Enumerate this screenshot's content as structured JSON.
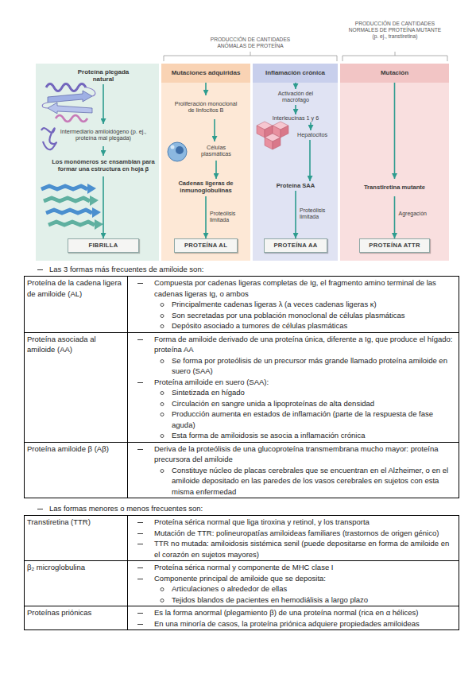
{
  "diagram": {
    "nodes": [
      {
        "text": []
      },
      {
        "text": [
          "Proteína plegada natural"
        ],
        "in": 0
      },
      {
        "text": [
          "Intermediario amiloidógeno (p. ej., proteína mal plegada)"
        ],
        "in": 0
      },
      {
        "text": [
          "Los monómeros se ensamblan para formar una estructura en hoja β"
        ],
        "in": 0
      },
      {
        "text": [
          "FIBRILLA"
        ],
        "in": 0
      },
      {
        "text": []
      },
      {
        "text": [
          "Mutaciones adquiridas"
        ],
        "in": 5
      },
      {
        "text": [
          "Proliferación monoclonal de linfocitos B"
        ],
        "in": 5
      },
      {
        "text": [
          "Células plasmáticas"
        ],
        "in": 5
      },
      {
        "text": [
          "Cadenas ligeras de inmunoglobulinas"
        ],
        "in": 5
      },
      {
        "text": [
          "PROTEÍNA AL"
        ],
        "in": 5
      },
      {
        "text": []
      },
      {
        "text": [
          "Inflamación crónica"
        ],
        "in": 11
      },
      {
        "text": [
          "Activación del macrófago"
        ],
        "in": 11
      },
      {
        "text": [
          "Interleucinas 1 y 6"
        ],
        "in": 11
      },
      {
        "text": [
          "Hepatocitos"
        ],
        "in": 11
      },
      {
        "text": [
          "Proteína SAA"
        ],
        "in": 11
      },
      {
        "text": [
          "PROTEÍNA AA"
        ],
        "in": 11
      },
      {
        "text": []
      },
      {
        "text": [
          "Mutación"
        ],
        "in": 18
      },
      {
        "text": [
          "Transtiretina mutante"
        ],
        "in": 18
      },
      {
        "text": [
          "PROTEÍNA ATTR"
        ],
        "in": 18
      }
    ],
    "edges": [
      {
        "from": 1,
        "to": 2,
        "arrow": "to"
      },
      {
        "from": 2,
        "to": 3,
        "arrow": "to"
      },
      {
        "from": 3,
        "to": 4,
        "arrow": "to"
      },
      {
        "from": 6,
        "to": 7,
        "arrow": "to"
      },
      {
        "from": 7,
        "to": 8,
        "arrow": "to"
      },
      {
        "from": 8,
        "to": 9,
        "arrow": "to"
      },
      {
        "from": 9,
        "to": 10,
        "label": "Proteólisis limitada",
        "arrow": "to"
      },
      {
        "from": 12,
        "to": 13,
        "arrow": "to"
      },
      {
        "from": 13,
        "to": 14,
        "arrow": "to"
      },
      {
        "from": 14,
        "to": 15,
        "arrow": "to"
      },
      {
        "from": 15,
        "to": 16,
        "arrow": "to"
      },
      {
        "from": 16,
        "to": 17,
        "label": "Proteólisis limitada",
        "arrow": "to"
      },
      {
        "from": 19,
        "to": 20,
        "arrow": "to"
      },
      {
        "from": 20,
        "to": 21,
        "label": "Agregación",
        "arrow": "to"
      }
    ],
    "labels": [
      "PRODUCCIÓN DE CANTIDADES ANÓMALAS DE PROTEÍNA",
      "PRODUCCIÓN DE CANTIDADES NORMALES DE PROTEÍNA MUTANTE (p. ej., transtiretina)",
      "Las 3 formas más frecuentes de amiloide son:",
      "Proteína de la cadena ligera de amiloide (AL)",
      "Compuesta por cadenas ligeras completas de Ig, el fragmento amino terminal de las cadenas ligeras Ig, o ambos",
      "Principalmente cadenas ligeras λ (a veces cadenas ligeras κ)",
      "Son secretadas por una población monoclonal de células plasmáticas",
      "Depósito asociado a tumores de células plasmáticas",
      "Proteína asociada al amiloide (AA)",
      "Forma de amiloide derivado de una proteína única, diferente a Ig, que produce el hígado: proteína AA",
      "Se forma por proteólisis de un precursor más grande llamado proteína amiloide en suero (SAA)",
      "Proteína amiloide en suero (SAA):",
      "Sintetizada en hígado",
      "Circulación en sangre unida a lipoproteínas de alta densidad",
      "Producción aumenta en estados de inflamación (parte de la respuesta de fase aguda)",
      "Esta forma de amiloidosis se asocia a inflamación crónica",
      "Proteína amiloide β (Aβ)",
      "Deriva de la proteólisis de una glucoproteína transmembrana mucho mayor: proteína precursora del amiloide",
      "Constituye núcleo de placas cerebrales que se encuentran en el Alzheimer, o en el amiloide depositado en las paredes de los vasos cerebrales en sujetos con esta misma enfermedad",
      "Las formas menores o menos frecuentes son:",
      "Transtiretina (TTR)",
      "Proteína sérica normal que liga tiroxina y retinol, y los transporta",
      "Mutación de TTR: polineuropatías amiloideas familiares (trastornos de origen génico)",
      "TTR no mutada: amiloidosis sistémica senil (puede depositarse en forma de amiloide en el corazón en sujetos mayores)",
      "β₂ microglobulina",
      "Proteína sérica normal y componente de MHC clase I",
      "Componente principal de amiloide que se deposita:",
      "Articulaciones o alrededor de ellas",
      "Tejidos blandos de pacientes en hemodiálisis a largo plazo",
      "Proteínas priónicas",
      "Es la forma anormal (plegamiento β) de una proteína normal (rica en α hélices)",
      "En una minoría de casos, la proteína priónica adquiere propiedades amiloideas"
    ]
  }
}
